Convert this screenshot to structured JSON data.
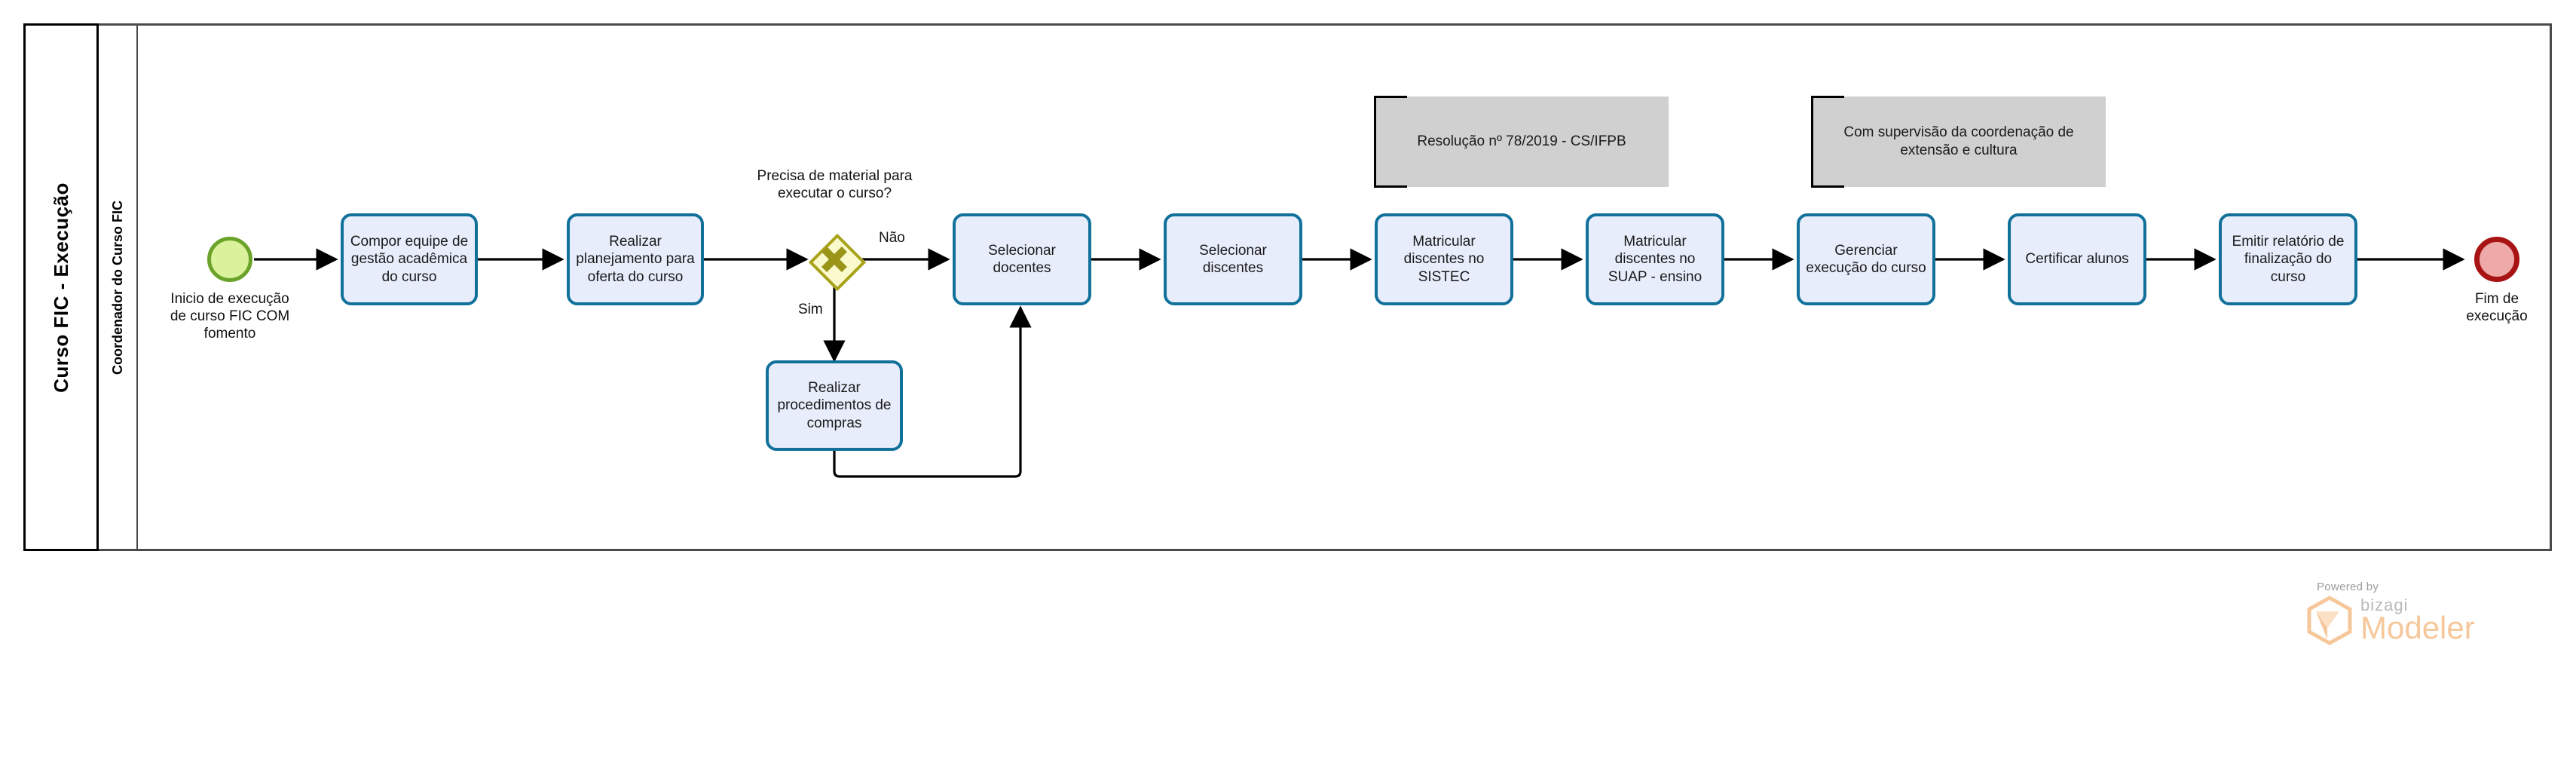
{
  "pool": {
    "title": "Curso FIC - Execução",
    "lane": "Coordenador do Curso FIC"
  },
  "events": [
    {
      "id": "start",
      "type": "start-event",
      "label": "Inicio de execução de curso FIC COM fomento",
      "color": "#d9f29b",
      "border_color": "#6ba32a"
    },
    {
      "id": "end",
      "type": "end-event",
      "label": "Fim de execução",
      "color": "#eea9a9",
      "border_color": "#a81414"
    }
  ],
  "gateway": {
    "id": "gw-material",
    "type": "exclusive-gateway",
    "label": "Precisa de material para executar o curso?",
    "fill": "#fbfacd",
    "stroke": "#a9a21c",
    "outgoing": [
      {
        "label": "Não",
        "target": "Selecionar docentes"
      },
      {
        "label": "Sim",
        "target": "Realizar procedimentos de compras"
      }
    ]
  },
  "tasks": [
    {
      "id": "t1",
      "label": "Compor equipe de gestão acadêmica do curso"
    },
    {
      "id": "t2",
      "label": "Realizar planejamento para oferta do curso"
    },
    {
      "id": "t3",
      "label": "Realizar procedimentos de compras"
    },
    {
      "id": "t4",
      "label": "Selecionar docentes"
    },
    {
      "id": "t5",
      "label": "Selecionar discentes"
    },
    {
      "id": "t6",
      "label": "Matricular discentes no SISTEC"
    },
    {
      "id": "t7",
      "label": "Matricular discentes no SUAP - ensino"
    },
    {
      "id": "t8",
      "label": "Gerenciar execução do curso"
    },
    {
      "id": "t9",
      "label": "Certificar alunos"
    },
    {
      "id": "t10",
      "label": "Emitir relatório de finalização do curso"
    }
  ],
  "task_style": {
    "fill": "#e8edfb",
    "stroke": "#12719b"
  },
  "annotations": [
    {
      "id": "a1",
      "text": "Resolução nº 78/2019 - CS/IFPB",
      "attached_to": "t6"
    },
    {
      "id": "a2",
      "text": "Com supervisão da coordenação de extensão e cultura",
      "attached_to": "t8"
    }
  ],
  "watermark": {
    "powered_by": "Powered by",
    "brand": "bizagi",
    "product": "Modeler",
    "brand_color": "#f6c79a"
  }
}
